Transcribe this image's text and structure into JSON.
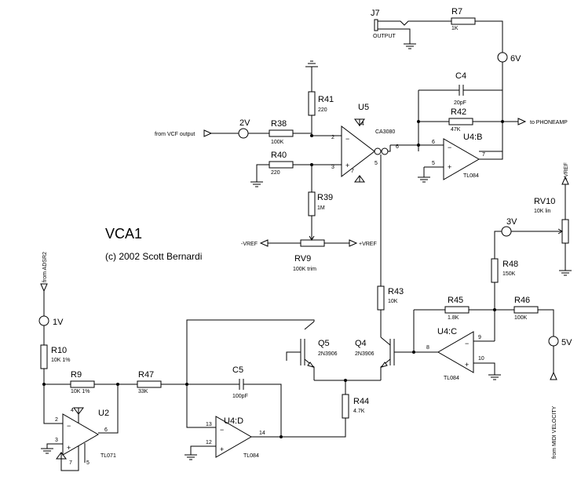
{
  "title": "VCA1",
  "copyright": "(c) 2002 Scott Bernardi",
  "labels": {
    "j7": "J7",
    "output": "OUTPUT",
    "r7": "R7",
    "r7v": "1K",
    "v6": "6V",
    "r41": "R41",
    "r41v": "220",
    "u5": "U5",
    "u5v": "CA3080",
    "c4": "C4",
    "c4v": "20pF",
    "r42": "R42",
    "r42v": "47K",
    "to_phone": "to PHONEAMP",
    "from_vcf": "from VCF output",
    "v2": "2V",
    "r38": "R38",
    "r38v": "100K",
    "r40": "R40",
    "r40v": "220",
    "u4b": "U4:B",
    "u4bv": "TL084",
    "vref_up": "+VREF",
    "r39": "R39",
    "r39v": "1M",
    "rv10": "RV10",
    "rv10v": "10K lin",
    "v3": "3V",
    "vref_neg": "-VREF",
    "vref_pos": "+VREF",
    "rv9": "RV9",
    "rv9v": "100K trim",
    "r48": "R48",
    "r48v": "150K",
    "from_adsr": "from ADSR2",
    "r43": "R43",
    "r43v": "10K",
    "r45": "R45",
    "r45v": "1.8K",
    "r46": "R46",
    "r46v": "100K",
    "v1": "1V",
    "q5": "Q5",
    "q5v": "2N3906",
    "q4": "Q4",
    "q4v": "2N3906",
    "u4c": "U4:C",
    "u4cv": "TL084",
    "v5": "5V",
    "r10": "R10",
    "r10v": "10K 1%",
    "r9": "R9",
    "r9v": "10K 1%",
    "r47": "R47",
    "r47v": "33K",
    "c5": "C5",
    "c5v": "100pF",
    "u2": "U2",
    "u2v": "TL071",
    "r44": "R44",
    "r44v": "4.7K",
    "u4d": "U4:D",
    "u4dv": "TL084",
    "from_midi": "from MIDI VELOCITY",
    "pins": {
      "u5_2": "2",
      "u5_3": "3",
      "u5_4": "4",
      "u5_5": "5",
      "u5_6": "6",
      "u5_7": "7",
      "u4b_5": "5",
      "u4b_6": "6",
      "u4b_7": "7",
      "u4c_8": "8",
      "u4c_9": "9",
      "u4c_10": "10",
      "u4d_12": "12",
      "u4d_13": "13",
      "u4d_14": "14",
      "u2_2": "2",
      "u2_3": "3",
      "u2_4": "4",
      "u2_5": "5",
      "u2_6": "6",
      "u2_7": "7"
    }
  }
}
